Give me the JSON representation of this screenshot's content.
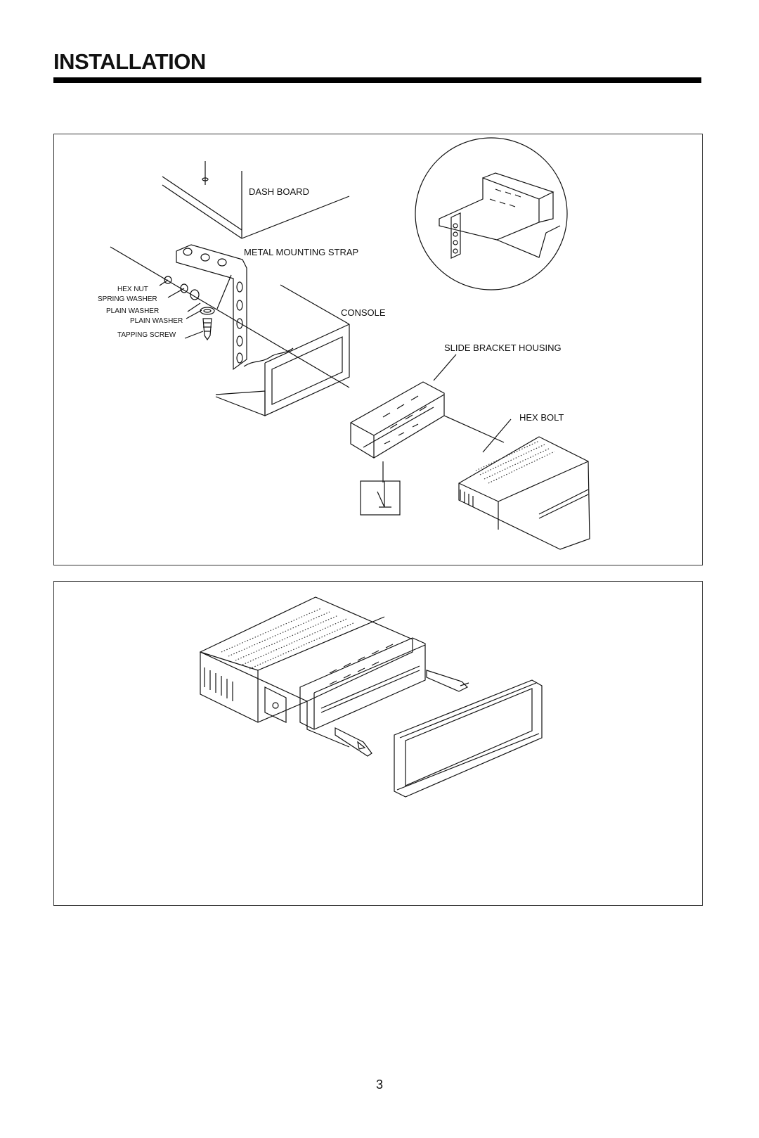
{
  "header": {
    "title": "INSTALLATION"
  },
  "diagram1": {
    "labels": {
      "dash_board": "DASH BOARD",
      "metal_mounting_strap": "METAL MOUNTING STRAP",
      "hex_nut": "HEX NUT",
      "spring_washer": "SPRING WASHER",
      "plain_washer_1": "PLAIN WASHER",
      "plain_washer_2": "PLAIN WASHER",
      "tapping_screw": "TAPPING SCREW",
      "console": "CONSOLE",
      "slide_bracket_housing": "SLIDE BRACKET HOUSING",
      "hex_bolt": "HEX BOLT"
    }
  },
  "footer": {
    "page_number": "3"
  }
}
